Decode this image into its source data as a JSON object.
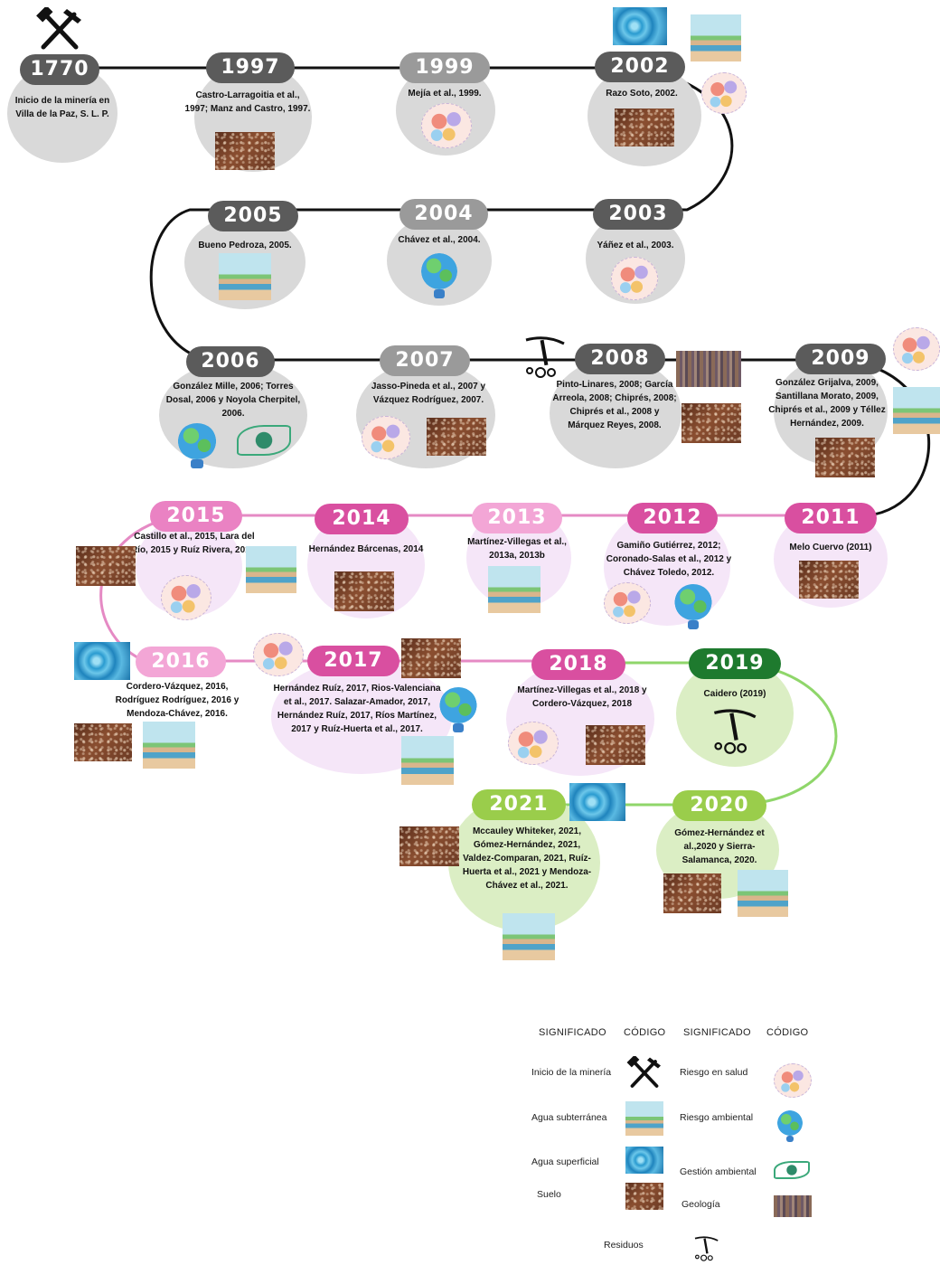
{
  "colors": {
    "gray_dark": "#5b5b5b",
    "gray_mid": "#9a9a9a",
    "gray_blob": "#d9d9d9",
    "pink_dark": "#d94fa0",
    "pink_mid": "#ea82c3",
    "pink_light": "#f3a6d6",
    "pink_blob": "#f5e6f8",
    "green_dark": "#1e7a2e",
    "green_light": "#9acd4b",
    "green_blob": "#dbeec4",
    "line_black": "#111111",
    "line_pink": "#e58ac4",
    "line_green": "#8fd66a"
  },
  "timeline": [
    {
      "year": "1770",
      "refs": "Inicio de la minería en Villa de la Paz, S. L. P.",
      "icons": [
        "pickaxe-hammer"
      ]
    },
    {
      "year": "1997",
      "refs": "Castro-Larragoitia et al., 1997; Manz and Castro, 1997.",
      "icons": [
        "soil"
      ]
    },
    {
      "year": "1999",
      "refs": "Mejía et al., 1999.",
      "icons": [
        "health-risk"
      ]
    },
    {
      "year": "2002",
      "refs": "Razo Soto, 2002.",
      "icons": [
        "surface-water",
        "groundwater",
        "health-risk",
        "soil"
      ]
    },
    {
      "year": "2003",
      "refs": "Yáñez et al., 2003.",
      "icons": [
        "health-risk"
      ]
    },
    {
      "year": "2004",
      "refs": "Chávez et al., 2004.",
      "icons": [
        "environmental-risk"
      ]
    },
    {
      "year": "2005",
      "refs": "Bueno Pedroza, 2005.",
      "icons": [
        "groundwater"
      ]
    },
    {
      "year": "2006",
      "refs": "González Mille, 2006; Torres Dosal, 2006 y Noyola Cherpitel, 2006.",
      "icons": [
        "environmental-risk",
        "environmental-management"
      ]
    },
    {
      "year": "2007",
      "refs": "Jasso-Pineda et al., 2007 y Vázquez Rodríguez, 2007.",
      "icons": [
        "health-risk",
        "soil"
      ]
    },
    {
      "year": "2008",
      "refs": "Pinto-Linares, 2008; García Arreola, 2008; Chiprés, 2008; Chiprés et al., 2008 y Márquez Reyes, 2008.",
      "icons": [
        "waste",
        "geology",
        "soil"
      ]
    },
    {
      "year": "2009",
      "refs": "González Grijalva, 2009, Santillana Morato, 2009, Chiprés et al., 2009 y Téllez Hernández, 2009.",
      "icons": [
        "health-risk",
        "groundwater",
        "soil"
      ]
    },
    {
      "year": "2011",
      "refs": "Melo Cuervo (2011)",
      "icons": [
        "soil"
      ]
    },
    {
      "year": "2012",
      "refs": "Gamiño Gutiérrez, 2012; Coronado-Salas et al., 2012 y Chávez Toledo, 2012.",
      "icons": [
        "health-risk",
        "environmental-risk"
      ]
    },
    {
      "year": "2013",
      "refs": "Martínez-Villegas et al., 2013a, 2013b",
      "icons": [
        "groundwater"
      ]
    },
    {
      "year": "2014",
      "refs": "Hernández Bárcenas, 2014",
      "icons": [
        "soil"
      ]
    },
    {
      "year": "2015",
      "refs": "Castillo et al., 2015, Lara del Río, 2015 y Ruíz Rivera, 2015.",
      "icons": [
        "soil",
        "health-risk",
        "groundwater"
      ]
    },
    {
      "year": "2016",
      "refs": "Cordero-Vázquez, 2016, Rodríguez Rodríguez, 2016 y Mendoza-Chávez, 2016.",
      "icons": [
        "surface-water",
        "soil",
        "groundwater"
      ]
    },
    {
      "year": "2017",
      "refs": "Hernández Ruíz, 2017, Rios-Valenciana et al., 2017. Salazar-Amador, 2017, Hernández Ruíz, 2017, Ríos Martínez, 2017 y Ruíz-Huerta et al., 2017.",
      "icons": [
        "health-risk",
        "soil",
        "environmental-risk",
        "groundwater"
      ]
    },
    {
      "year": "2018",
      "refs": "Martínez-Villegas et al., 2018 y  Cordero-Vázquez, 2018",
      "icons": [
        "health-risk",
        "soil"
      ]
    },
    {
      "year": "2019",
      "refs": "Caidero (2019)",
      "icons": [
        "waste"
      ]
    },
    {
      "year": "2020",
      "refs": "Gómez-Hernández et al.,2020  y Sierra-Salamanca, 2020.",
      "icons": [
        "soil",
        "groundwater"
      ]
    },
    {
      "year": "2021",
      "refs": "Mccauley Whiteker, 2021, Gómez-Hernández, 2021, Valdez-Comparan, 2021, Ruíz-Huerta et al., 2021 y Mendoza-Chávez et al., 2021.",
      "icons": [
        "surface-water",
        "soil",
        "groundwater"
      ]
    }
  ],
  "legend": {
    "col_meaning": "SIGNIFICADO",
    "col_code": "CÓDIGO",
    "items": [
      {
        "meaning": "Inicio de la minería",
        "icon": "pickaxe-hammer"
      },
      {
        "meaning": "Agua subterránea",
        "icon": "groundwater"
      },
      {
        "meaning": "Agua superficial",
        "icon": "surface-water"
      },
      {
        "meaning": "Suelo",
        "icon": "soil"
      },
      {
        "meaning": "Riesgo en salud",
        "icon": "health-risk"
      },
      {
        "meaning": "Riesgo ambiental",
        "icon": "environmental-risk"
      },
      {
        "meaning": "Gestión ambiental",
        "icon": "environmental-management"
      },
      {
        "meaning": "Geología",
        "icon": "geology"
      },
      {
        "meaning": "Residuos",
        "icon": "waste"
      }
    ]
  }
}
